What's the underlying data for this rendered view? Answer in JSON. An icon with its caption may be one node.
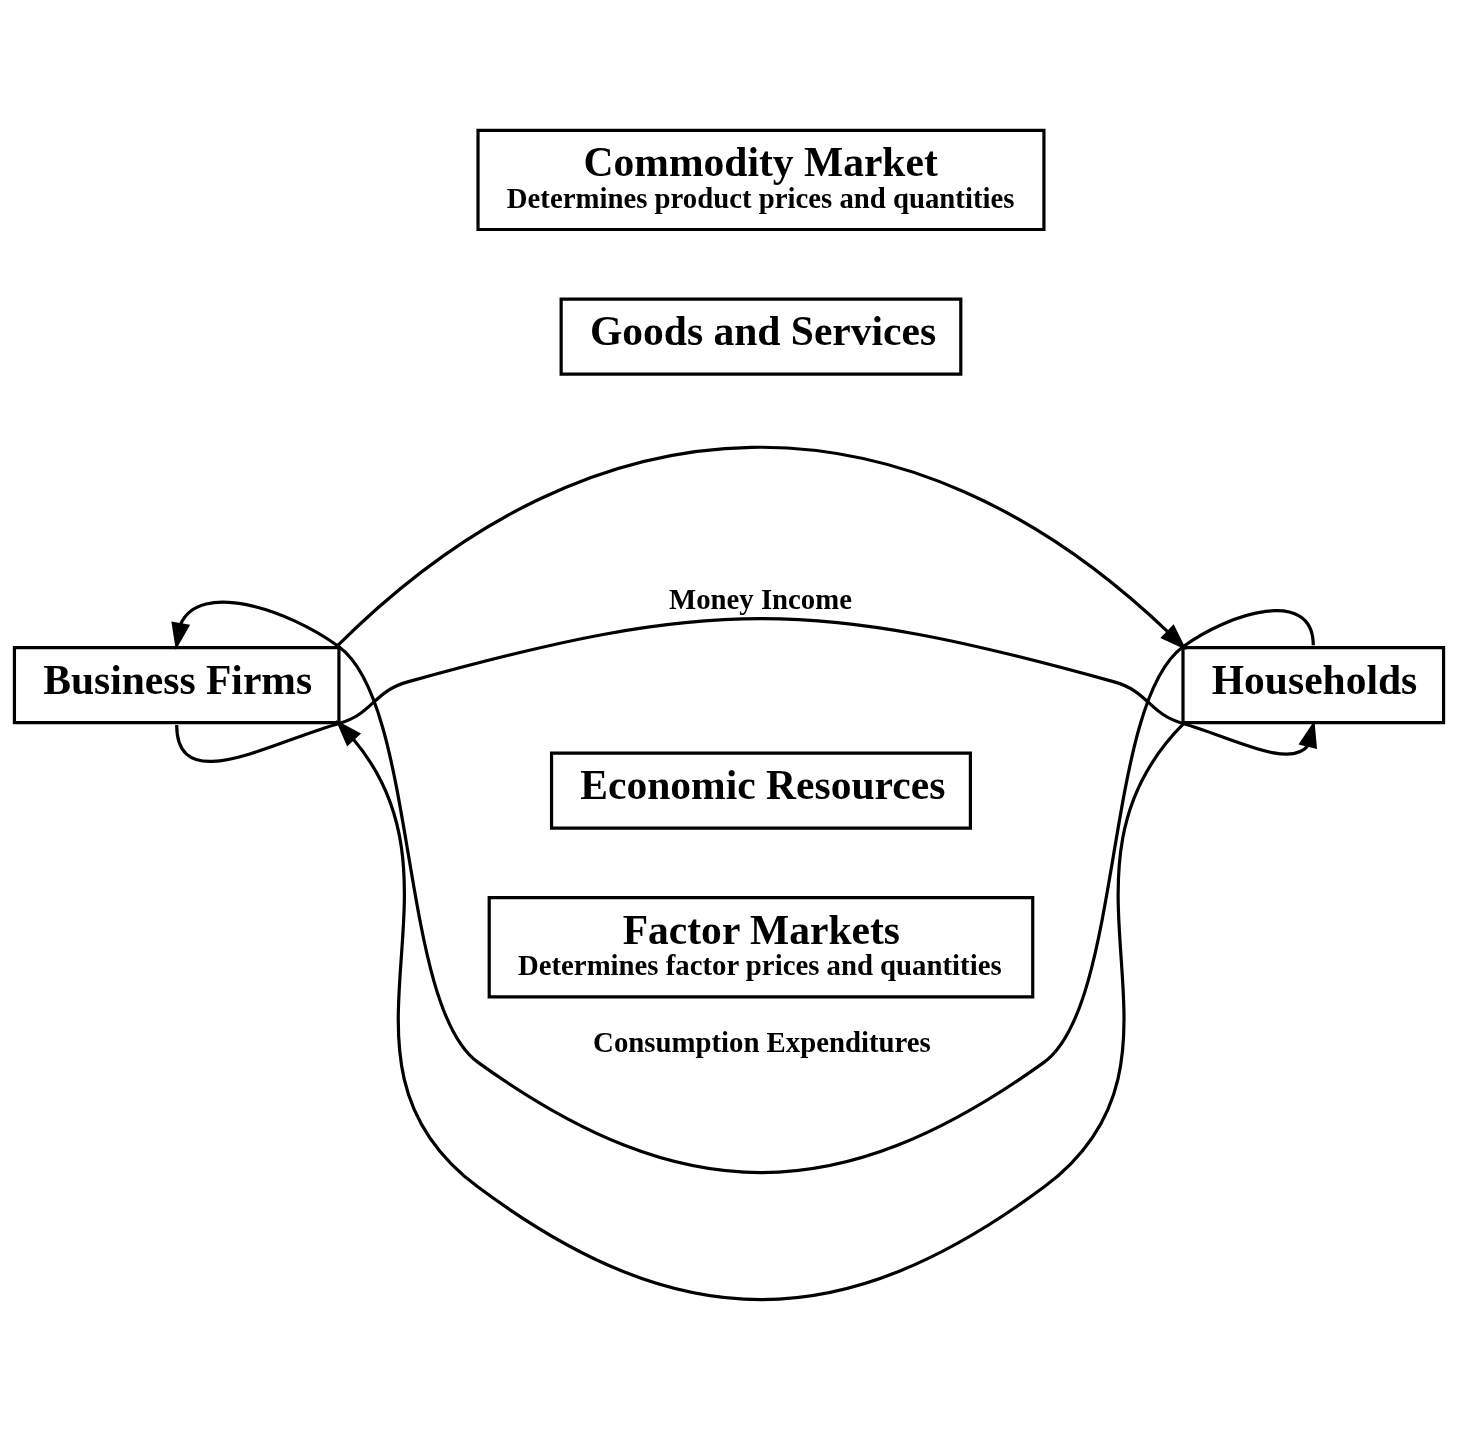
{
  "diagram": {
    "nodes": [
      {
        "text": [
          "Commodity Market",
          "Determines product prices and quantities"
        ]
      },
      {
        "text": [
          "Goods and Services"
        ]
      },
      {
        "text": [
          "Business Firms"
        ]
      },
      {
        "text": [
          "Households"
        ]
      },
      {
        "text": [
          "Economic Resources"
        ]
      },
      {
        "text": [
          "Factor Markets",
          "Determines factor prices and quantities"
        ]
      }
    ],
    "edges": [
      {
        "from": 3,
        "to": 2,
        "arrow": "to",
        "label": "Consumption Expenditures"
      },
      {
        "from": 2,
        "to": 3,
        "arrow": "to"
      },
      {
        "from": 3,
        "to": 2,
        "arrow": "to"
      },
      {
        "from": 2,
        "to": 3,
        "arrow": "to",
        "label": "Money Income"
      }
    ]
  }
}
